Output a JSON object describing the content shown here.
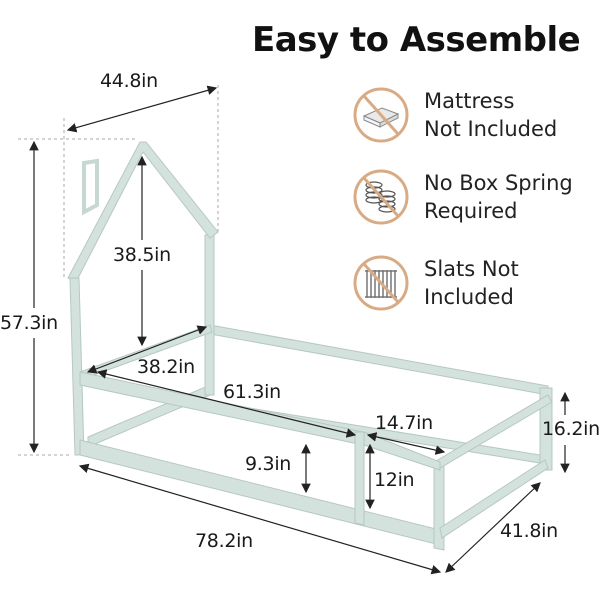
{
  "title": "Easy to Assemble",
  "features": [
    {
      "icon": "mattress-crossed-icon",
      "line1": "Mattress",
      "line2": "Not Included"
    },
    {
      "icon": "box-spring-crossed-icon",
      "line1": "No Box Spring",
      "line2": "Required"
    },
    {
      "icon": "slats-crossed-icon",
      "line1": "Slats Not",
      "line2": "Included"
    }
  ],
  "dimensions": {
    "headboard_width": "44.8in",
    "total_height": "57.3in",
    "roof_height": "38.5in",
    "inner_width": "38.2in",
    "inner_length": "61.3in",
    "opening_width": "14.7in",
    "rail_gap": "9.3in",
    "opening_height": "12in",
    "footboard_height": "16.2in",
    "total_length": "78.2in",
    "total_width": "41.8in"
  },
  "colors": {
    "frame": "#d3e2dc",
    "frame_shadow": "#b9cbc4",
    "icon_ring": "#d8ab84",
    "text": "#1a1a1a"
  }
}
